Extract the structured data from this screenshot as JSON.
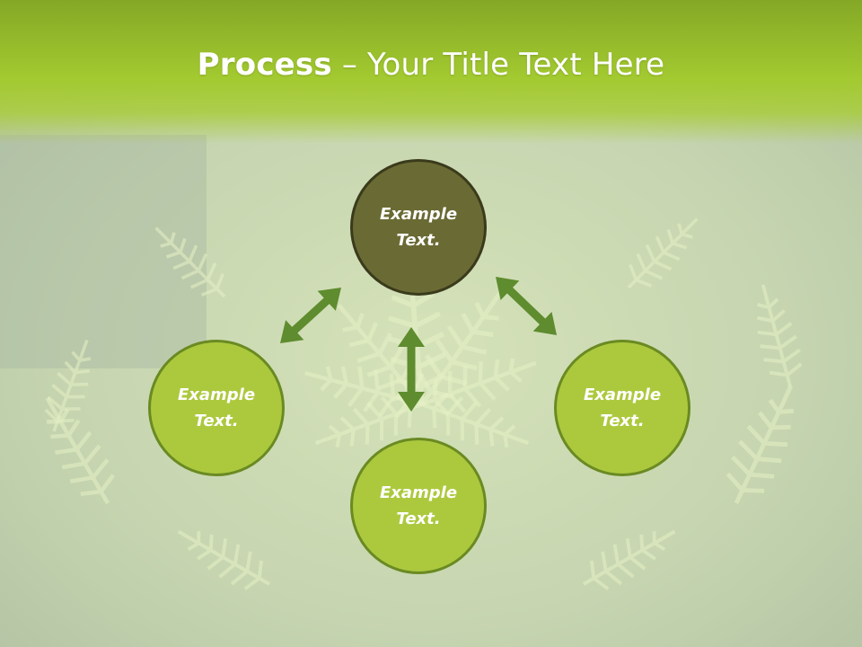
{
  "slide": {
    "title_bold": "Process",
    "title_sep": " – ",
    "title_rest": "Your Title Text Here"
  },
  "diagram": {
    "nodes": [
      {
        "id": "top",
        "label": "Example\nText.",
        "style": "dark"
      },
      {
        "id": "left",
        "label": "Example\nText.",
        "style": "light"
      },
      {
        "id": "bottom",
        "label": "Example\nText.",
        "style": "light"
      },
      {
        "id": "right",
        "label": "Example\nText.",
        "style": "light"
      }
    ],
    "arrows": [
      {
        "from": "top",
        "to": "left",
        "type": "double"
      },
      {
        "from": "top",
        "to": "bottom",
        "type": "double"
      },
      {
        "from": "top",
        "to": "right",
        "type": "double"
      }
    ]
  },
  "colors": {
    "header": "#a3ca30",
    "node_fill": "#acc93e",
    "node_border": "#6a8a22",
    "center_fill": "#6a6a34",
    "arrow": "#5e8c2e",
    "background": "#c9d7b6"
  }
}
